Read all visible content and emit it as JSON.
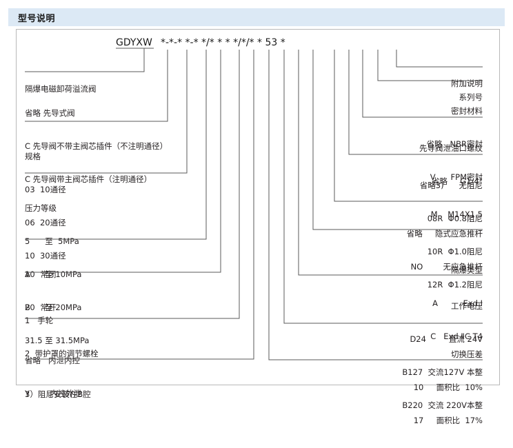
{
  "header": {
    "title": "型号说明"
  },
  "code": {
    "name": "GDYXW",
    "stars": "*-*-* *-* */* * * */*/* * 53 *"
  },
  "left_groups": [
    {
      "name": "product-name",
      "lines": [
        "隔爆电磁卸荷溢流阀"
      ]
    },
    {
      "name": "pilot-type",
      "lines": [
        "省略 先导式阀",
        "C 先导阀不带主阀芯插件（不注明通径）",
        "C 先导阀带主阀芯插件（注明通径）"
      ]
    },
    {
      "name": "size-spec",
      "lines": [
        "规格",
        "03  10通径",
        "06  20通径",
        "10  30通径"
      ]
    },
    {
      "name": "pressure-grade",
      "lines": [
        "压力等级",
        "5      至  5MPa",
        "10    至 10MPa",
        "20    至 20MPa",
        "31.5 至 31.5MPa"
      ]
    },
    {
      "name": "normal-state",
      "lines": [
        "A    常闭",
        "B    常开"
      ]
    },
    {
      "name": "adjust-type",
      "lines": [
        "1   手轮",
        "2  带护罩的调节螺栓"
      ]
    },
    {
      "name": "drain-control",
      "lines": [
        "省略   内泄内控",
        "Y        内控外泄"
      ]
    }
  ],
  "footnote": "3）阻尼安装在B腔",
  "right_groups": [
    {
      "name": "additional-note",
      "lines": [
        "附加说明"
      ]
    },
    {
      "name": "series-number",
      "lines": [
        "系列号"
      ]
    },
    {
      "name": "seal-material",
      "lines": [
        "密封材料",
        "省略   NBR密封",
        "V      FPM密封"
      ]
    },
    {
      "name": "pilot-drain-thread",
      "lines": [
        "先导阀泄油口螺纹",
        "省略     G1/4\"",
        "M    M14X1.5"
      ]
    },
    {
      "name": "damping",
      "lines": [
        "省略3)      无阻尼",
        "08R  Φ0.8阻尼",
        "10R  Φ1.0阻尼",
        "12R  Φ1.2阻尼"
      ]
    },
    {
      "name": "emergency-rod",
      "lines": [
        "省略     隐式应急推杆",
        "NO        无应急推杆"
      ]
    },
    {
      "name": "explosion-proof-type",
      "lines": [
        "隔爆类型",
        "A          Exd Ⅰ",
        "C   Exd ⅡC T4"
      ]
    },
    {
      "name": "working-voltage",
      "lines": [
        "工作电压",
        "D24         直流 24V",
        "B127  交流127V 本整",
        "B220  交流 220V本整"
      ]
    },
    {
      "name": "switch-pressure-diff",
      "lines": [
        "切换压差",
        "10     面积比  10%",
        "17     面积比  17%"
      ]
    }
  ]
}
